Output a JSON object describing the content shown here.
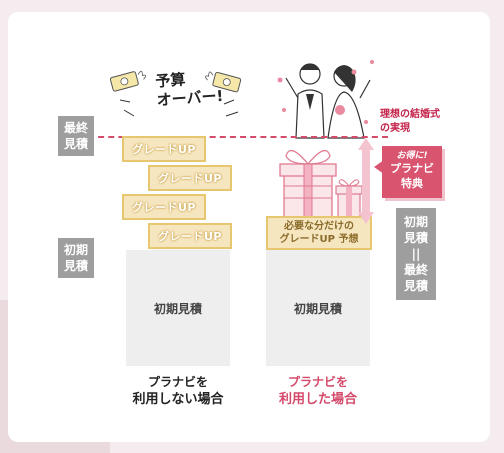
{
  "labels": {
    "saishu_mitsumori": "最終\n見積",
    "shoki_mitsumori": "初期\n見積",
    "shoki_eq_saishu": "初期\n見積\n||\n最終\n見積"
  },
  "left_column": {
    "exclaim": "予算\nオーバー!",
    "upgrades": [
      "グレードUP",
      "グレードUP",
      "グレードUP",
      "グレードUP"
    ],
    "base_label": "初期見積",
    "caption_line1": "プラナビを",
    "caption_line2": "利用しない場合"
  },
  "right_column": {
    "need_line1": "必要な分だけの",
    "need_line2": "グレードUP 予想",
    "base_label": "初期見積",
    "caption_line1": "プラナビを",
    "caption_line2": "利用した場合"
  },
  "ideal_text": "理想の結婚式\nの実現",
  "tokuten": {
    "small": "お得に!",
    "line1": "プラナビ",
    "line2": "特典"
  },
  "colors": {
    "accent_pink": "#d44a6a",
    "gold": "#e6c66e",
    "gray": "#9e9e9e"
  }
}
